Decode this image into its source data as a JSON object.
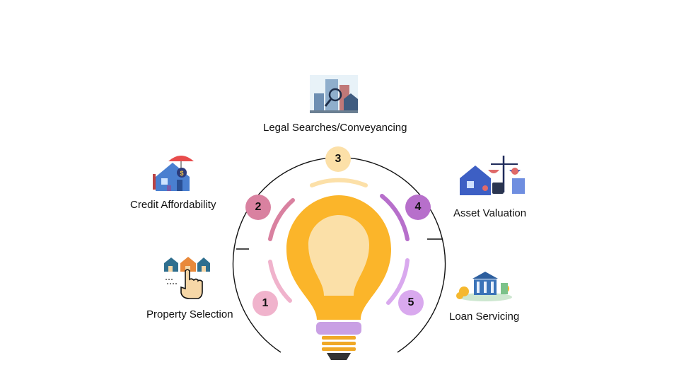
{
  "steps": [
    {
      "number": "1",
      "label": "Property Selection",
      "color": "#f0b3cc",
      "icon": "finger-pointing-houses-icon"
    },
    {
      "number": "2",
      "label": "Credit Affordability",
      "color": "#d981a0",
      "icon": "house-money-umbrella-icon"
    },
    {
      "number": "3",
      "label": "Legal Searches/Conveyancing",
      "color": "#fce0a8",
      "icon": "building-magnifier-icon"
    },
    {
      "number": "4",
      "label": "Asset Valuation",
      "color": "#b76fcb",
      "icon": "house-scales-valuation-icon"
    },
    {
      "number": "5",
      "label": "Loan Servicing",
      "color": "#d9a9ee",
      "icon": "bank-coins-icon"
    }
  ],
  "colors": {
    "bulb": "#fbb52a",
    "bulb_glow": "#fbe0a8",
    "collar": "#c9a0e4",
    "screw": "#f0a826",
    "outline": "#111111"
  }
}
